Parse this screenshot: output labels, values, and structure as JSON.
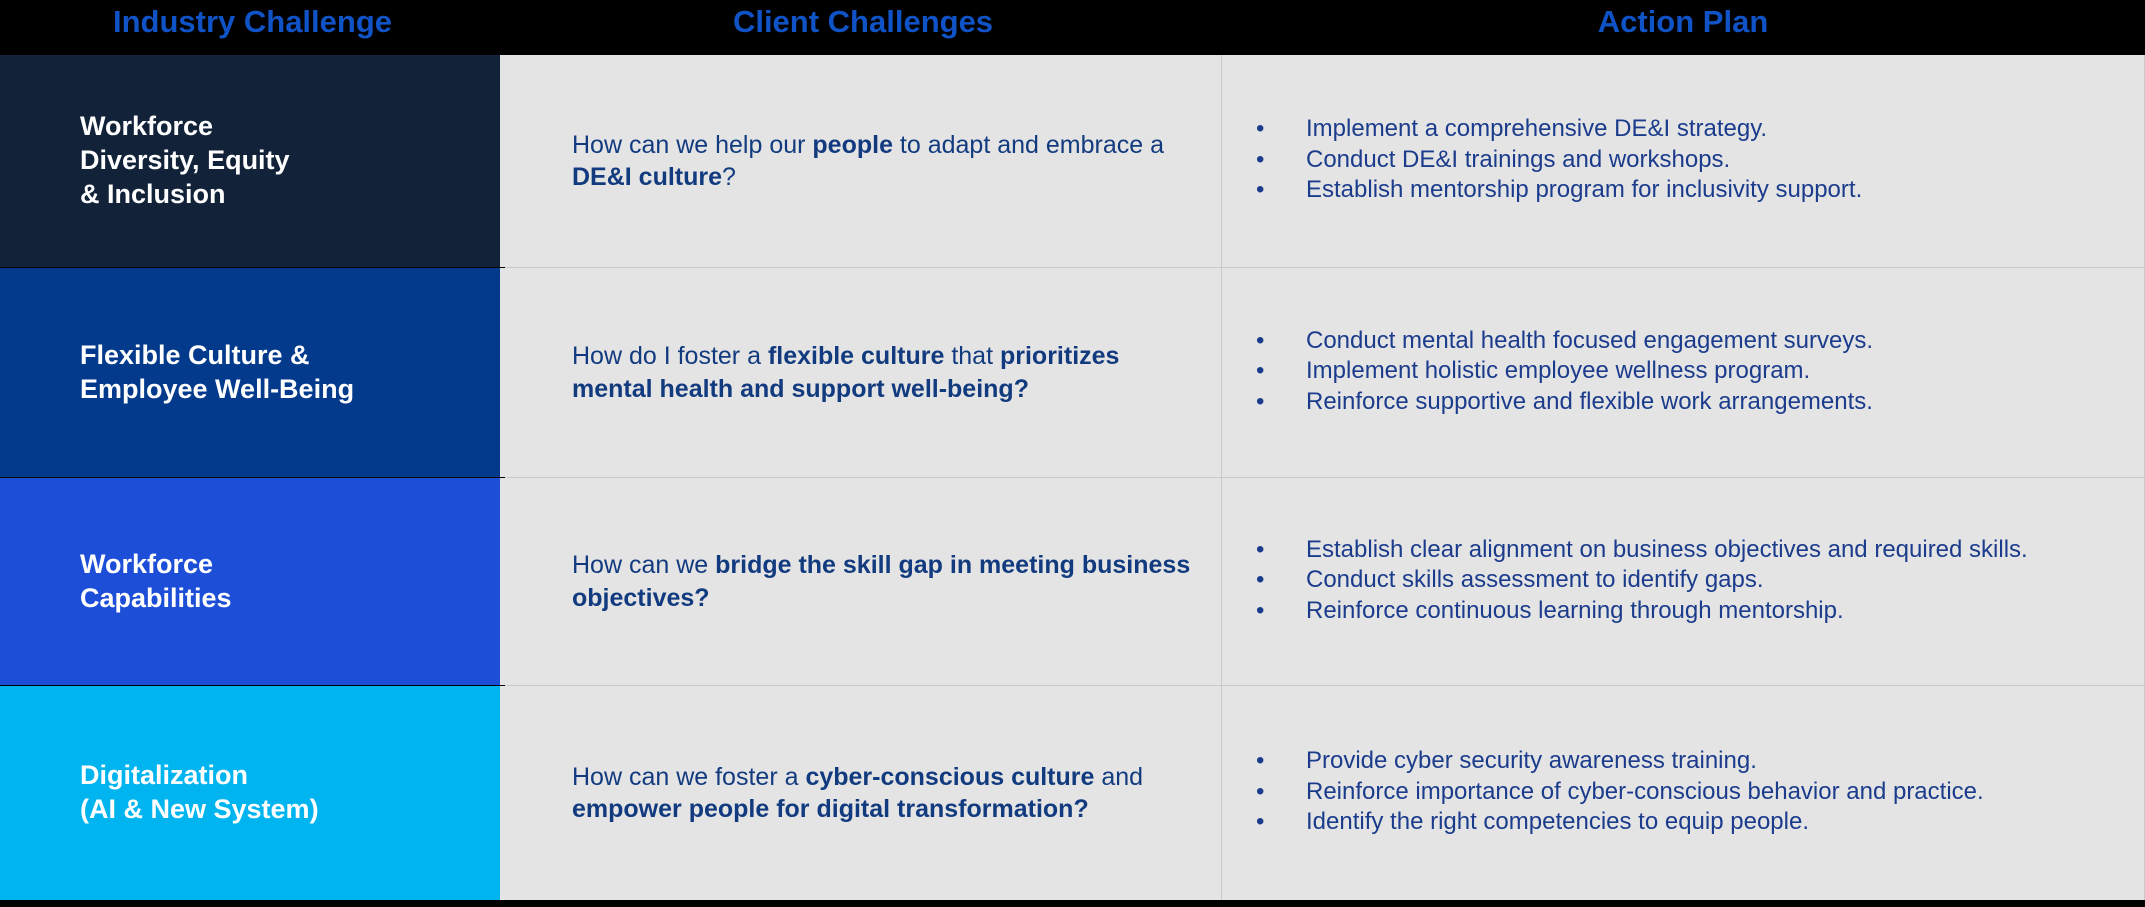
{
  "headers": {
    "col1": "Industry Challenge",
    "col2": "Client Challenges",
    "col3": "Action Plan"
  },
  "colors": {
    "header_text": "#1053C6",
    "panel_bg": "#e4e4e4",
    "body_text": "#123B7F",
    "bullet_text": "#1B3C8C",
    "page_bg": "#000000",
    "row1_block": "#122239",
    "row2_block": "#033A8C",
    "row3_block": "#1D4ED8",
    "row4_block": "#00B5EF"
  },
  "rows": [
    {
      "challenge": "Workforce\nDiversity, Equity\n& Inclusion",
      "block_color": "#122239",
      "client_challenge_html": "How can we help our <b>people</b> to adapt and embrace a <b>DE&amp;I culture</b>?",
      "client_challenge_text": "How can we help our people to adapt and embrace a DE&I culture?",
      "bullet_marker": "•",
      "actions": [
        "Implement a comprehensive DE&I strategy.",
        "Conduct DE&I trainings and workshops.",
        "Establish mentorship program for inclusivity support."
      ]
    },
    {
      "challenge": "Flexible Culture &\nEmployee Well-Being",
      "block_color": "#033A8C",
      "client_challenge_html": "How do I foster a <b>flexible culture</b> that <b>prioritizes mental health and support well-being?</b>",
      "client_challenge_text": "How do I foster a flexible culture that prioritizes mental health and support well-being?",
      "bullet_marker": "•",
      "actions": [
        "Conduct mental health focused engagement surveys.",
        "Implement holistic employee wellness program.",
        "Reinforce supportive and flexible work arrangements."
      ]
    },
    {
      "challenge": "Workforce\nCapabilities",
      "block_color": "#1D4ED8",
      "client_challenge_html": "How can we <b>bridge the skill gap in meeting business objectives?</b>",
      "client_challenge_text": "How can we bridge the skill gap in meeting business objectives?",
      "bullet_marker": "•",
      "actions": [
        "Establish clear alignment on business objectives and required skills.",
        "Conduct skills assessment to identify gaps.",
        "Reinforce continuous learning through mentorship."
      ]
    },
    {
      "challenge": "Digitalization\n(AI & New System)",
      "block_color": "#00B5EF",
      "client_challenge_html": "How can we foster a <b>cyber-conscious culture</b> and <b>empower people for digital transformation?</b>",
      "client_challenge_text": "How can we foster a cyber-conscious culture and empower people for digital transformation?",
      "bullet_marker": "•",
      "actions": [
        "Provide cyber security awareness training.",
        "Reinforce importance of cyber-conscious behavior and practice.",
        "Identify the right competencies to equip people."
      ]
    }
  ]
}
